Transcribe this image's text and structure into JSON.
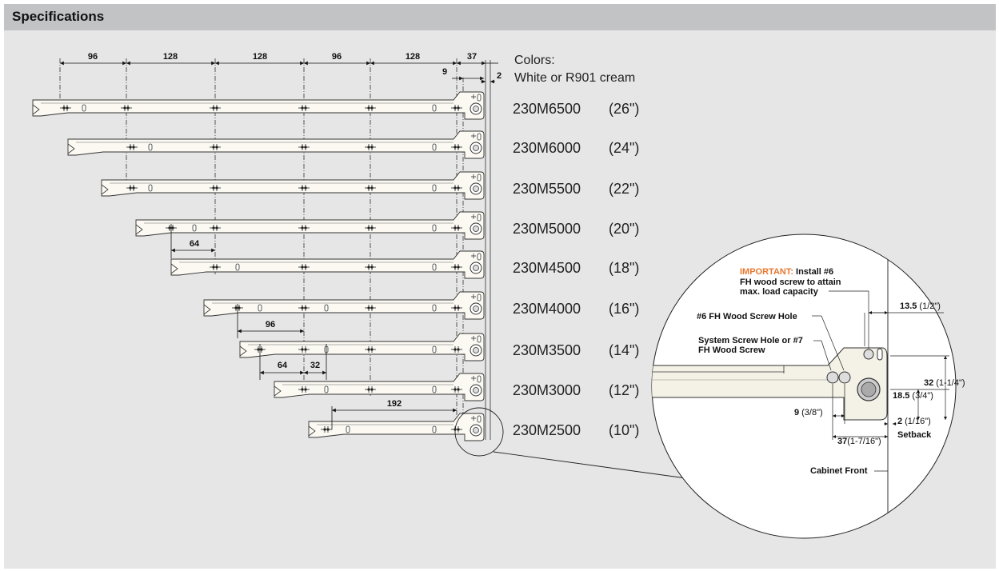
{
  "header": {
    "title": "Specifications"
  },
  "colors": {
    "line1": "Colors:",
    "line2": "White or R901 cream"
  },
  "top_dims": [
    "96",
    "128",
    "128",
    "96",
    "128",
    "37",
    "9",
    "2"
  ],
  "inner_dims": {
    "d64a": "64",
    "d96": "96",
    "d64b": "64",
    "d32": "32",
    "d192": "192"
  },
  "models": [
    {
      "code": "230M6500",
      "size": "(26\")"
    },
    {
      "code": "230M6000",
      "size": "(24\")"
    },
    {
      "code": "230M5500",
      "size": "(22\")"
    },
    {
      "code": "230M5000",
      "size": "(20\")"
    },
    {
      "code": "230M4500",
      "size": "(18\")"
    },
    {
      "code": "230M4000",
      "size": "(16\")"
    },
    {
      "code": "230M3500",
      "size": "(14\")"
    },
    {
      "code": "230M3000",
      "size": "(12\")"
    },
    {
      "code": "230M2500",
      "size": "(10\")"
    }
  ],
  "detail": {
    "important_label": "IMPORTANT:",
    "important_rest": "Install #6",
    "important_line2": "FH wood screw to attain",
    "important_line3": "max. load capacity",
    "fh6": "#6 FH Wood Screw Hole",
    "system1": "System Screw Hole or #7",
    "system2": "FH Wood Screw",
    "d13_bold": "13.5",
    "d13_in": "(1/2\")",
    "d32_bold": "32",
    "d32_in": "(1-1/4\")",
    "d18_bold": "18.5",
    "d18_in": "(3/4\")",
    "d9_bold": "9",
    "d9_in": "(3/8\")",
    "d2_bold": "2",
    "d2_in": "(1/16\")",
    "setback": "Setback",
    "d37_bold": "37",
    "d37_in": "(1-7/16\")",
    "cabinet_front": "Cabinet Front"
  }
}
